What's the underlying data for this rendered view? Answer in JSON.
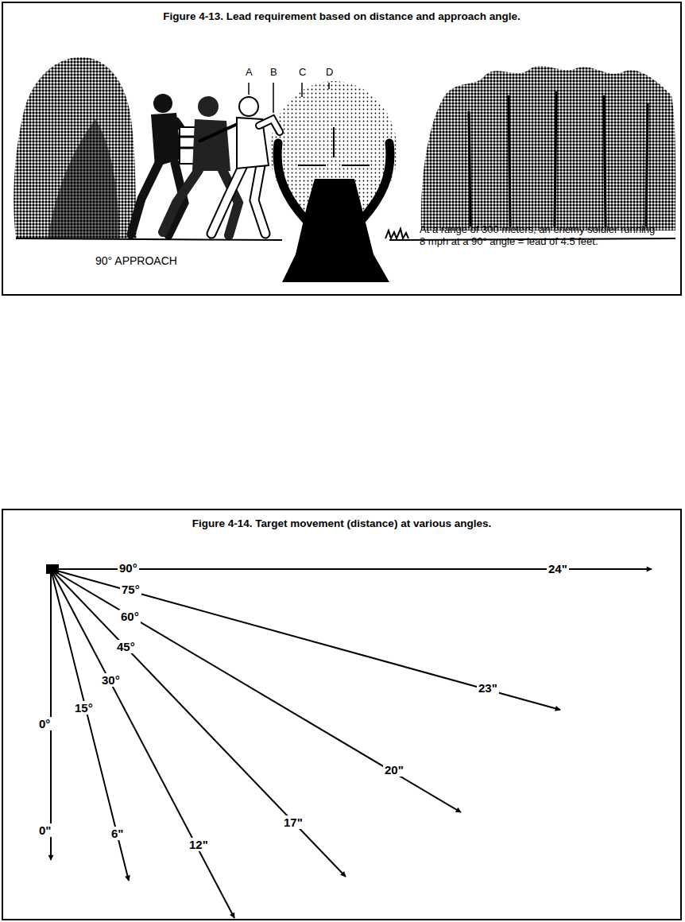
{
  "diagram": {
    "nodes": [
      {
        "text": [
          "Figure 4-13. Lead requirement based on distance and approach angle."
        ]
      },
      {
        "text": [
          "Figure 4-14. Target movement (distance) at various angles."
        ]
      }
    ],
    "labels": [
      "A",
      "B",
      "C",
      "D",
      "90° APPROACH",
      "At a range of 300 meters, an enemy soldier running 8 mph at a 90° angle = lead of 4.5 feet.",
      "90°",
      "24\"",
      "75°",
      "23\"",
      "60°",
      "20\"",
      "45°",
      "17\"",
      "30°",
      "12\"",
      "15°",
      "6\"",
      "0°",
      "0\""
    ]
  }
}
